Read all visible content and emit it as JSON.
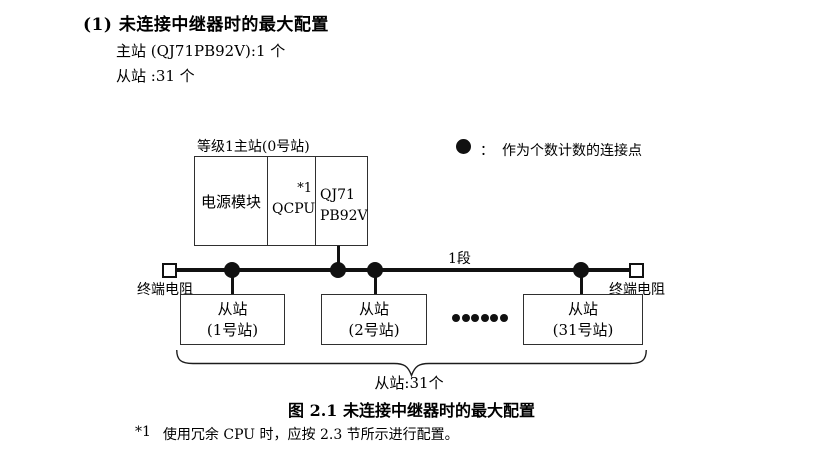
{
  "colors": {
    "ink": "#000000",
    "line": "#111111",
    "background": "#ffffff"
  },
  "header": {
    "heading": "(1) 未连接中继器时的最大配置",
    "master_count_line": "主站 (QJ71PB92V):1 个",
    "slave_count_line": "从站 :31 个"
  },
  "diagram": {
    "master_station": {
      "label": "等级1主站(0号站)",
      "power_module": "电源模块",
      "cpu": "QCPU",
      "cpu_note_ref": "*1",
      "pb_module_line1": "QJ71",
      "pb_module_line2": "PB92V"
    },
    "legend": {
      "separator": "：",
      "text": "作为个数计数的连接点"
    },
    "segment_label": "1段",
    "left_terminator": "终端电阻",
    "right_terminator": "终端电阻",
    "slave_stations": [
      {
        "name": "从站",
        "station_no": "(1号站)"
      },
      {
        "name": "从站",
        "station_no": "(2号站)"
      },
      {
        "name": "从站",
        "station_no": "(31号站)"
      }
    ],
    "brace_label": "从站:31个"
  },
  "caption": "图 2.1 未连接中继器时的最大配置",
  "footnote": {
    "marker": "*1",
    "text": "使用冗余 CPU 时，应按 2.3 节所示进行配置。"
  }
}
